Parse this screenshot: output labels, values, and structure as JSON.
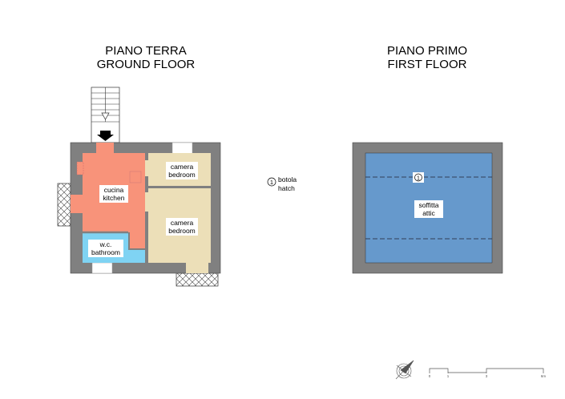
{
  "ground_floor": {
    "title_it": "PIANO TERRA",
    "title_en": "GROUND FLOOR",
    "rooms": [
      {
        "it": "cucina",
        "en": "kitchen",
        "color": "#f8937a"
      },
      {
        "it": "camera",
        "en": "bedroom",
        "color": "#ecdfb8"
      },
      {
        "it": "camera",
        "en": "bedroom",
        "color": "#ecdfb8"
      },
      {
        "it": "w.c.",
        "en": "bathroom",
        "color": "#7fd3f3"
      }
    ]
  },
  "first_floor": {
    "title_it": "PIANO PRIMO",
    "title_en": "FIRST FLOOR",
    "rooms": [
      {
        "it": "soffitta",
        "en": "attic",
        "color": "#6699cc"
      }
    ],
    "marker": "1"
  },
  "legend": {
    "number": "1",
    "it": "botola",
    "en": "hatch"
  },
  "scale": {
    "ticks": [
      "0",
      "1",
      "3",
      "6m"
    ]
  },
  "colors": {
    "wall": "#808080"
  }
}
